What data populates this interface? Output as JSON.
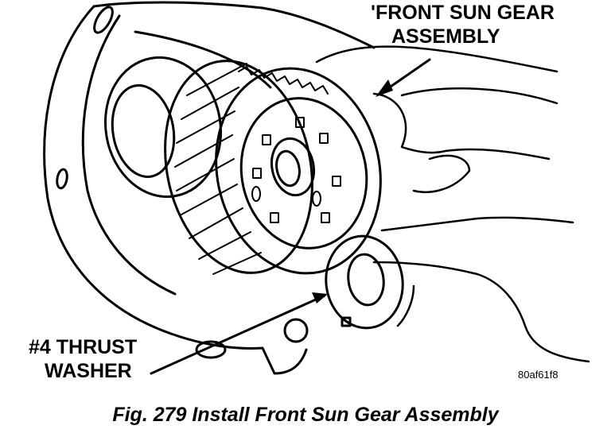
{
  "callouts": {
    "front_sun_gear": [
      "'FRONT SUN GEAR",
      "ASSEMBLY"
    ],
    "thrust_washer": [
      "#4 THRUST",
      "WASHER"
    ]
  },
  "figure_code": "80af61f8",
  "caption": "Fig. 279 Install Front Sun Gear Assembly"
}
